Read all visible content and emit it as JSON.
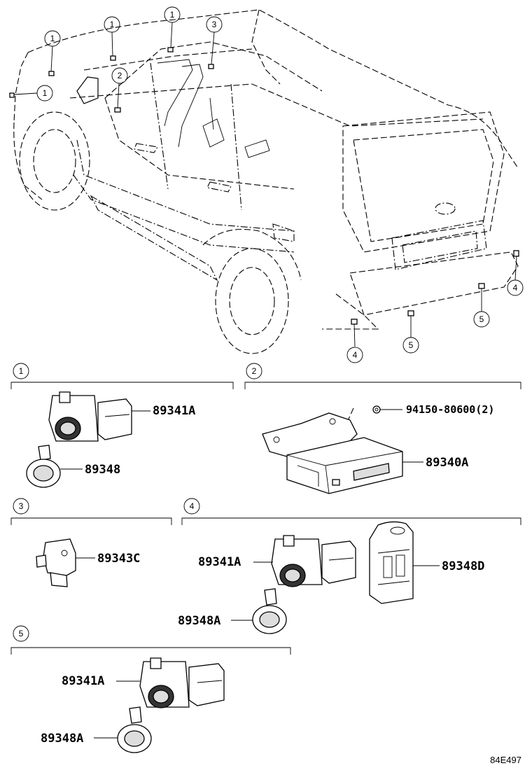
{
  "diagram": {
    "reference_code": "84E497",
    "vehicle_callouts": [
      "1",
      "1",
      "1",
      "1",
      "2",
      "3",
      "4",
      "4",
      "5",
      "5"
    ],
    "groups": [
      {
        "number": "1",
        "parts": [
          "89341A",
          "89348"
        ]
      },
      {
        "number": "2",
        "parts": [
          "94150-80600(2)",
          "89340A"
        ]
      },
      {
        "number": "3",
        "parts": [
          "89343C"
        ]
      },
      {
        "number": "4",
        "parts": [
          "89341A",
          "89348D",
          "89348A"
        ]
      },
      {
        "number": "5",
        "parts": [
          "89341A",
          "89348A"
        ]
      }
    ]
  }
}
